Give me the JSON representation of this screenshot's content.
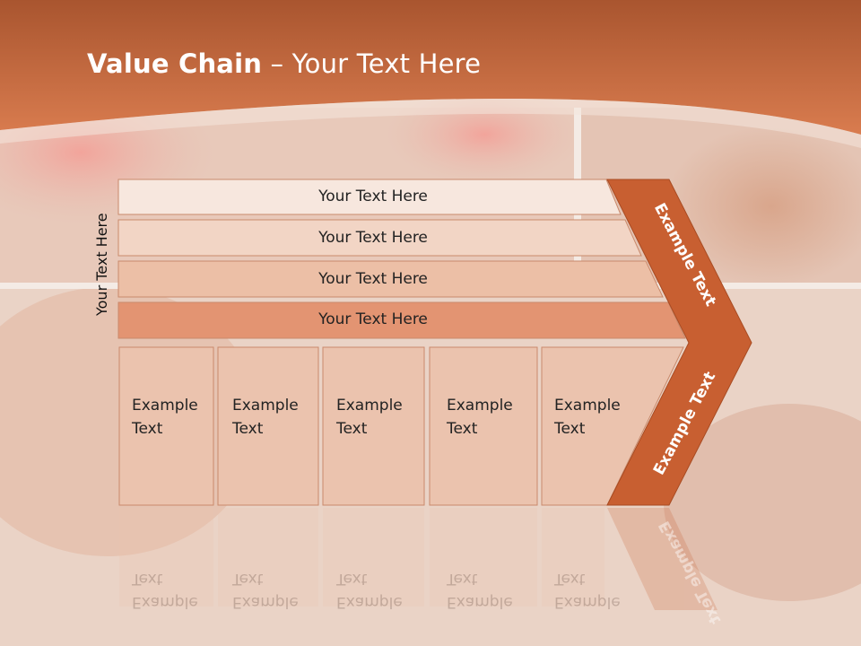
{
  "title": {
    "bold": "Value Chain",
    "rest": " – Your Text Here"
  },
  "side_label": "Your Text Here",
  "rows": [
    "Your Text Here",
    "Your Text Here",
    "Your Text Here",
    "Your Text Here"
  ],
  "columns": [
    {
      "line1": "Example",
      "line2": "Text"
    },
    {
      "line1": "Example",
      "line2": "Text"
    },
    {
      "line1": "Example",
      "line2": "Text"
    },
    {
      "line1": "Example",
      "line2": "Text"
    },
    {
      "line1": "Example",
      "line2": "Text"
    }
  ],
  "arrow": {
    "upper": "Example Text",
    "lower": "Example Text"
  },
  "colors": {
    "header": "#c9683f",
    "arrow": "#c85f31",
    "row1": "#f7e7de",
    "row2": "#f2d5c5",
    "row3": "#ecbfa6",
    "row4": "#e39472",
    "column": "#ebc3ae"
  }
}
